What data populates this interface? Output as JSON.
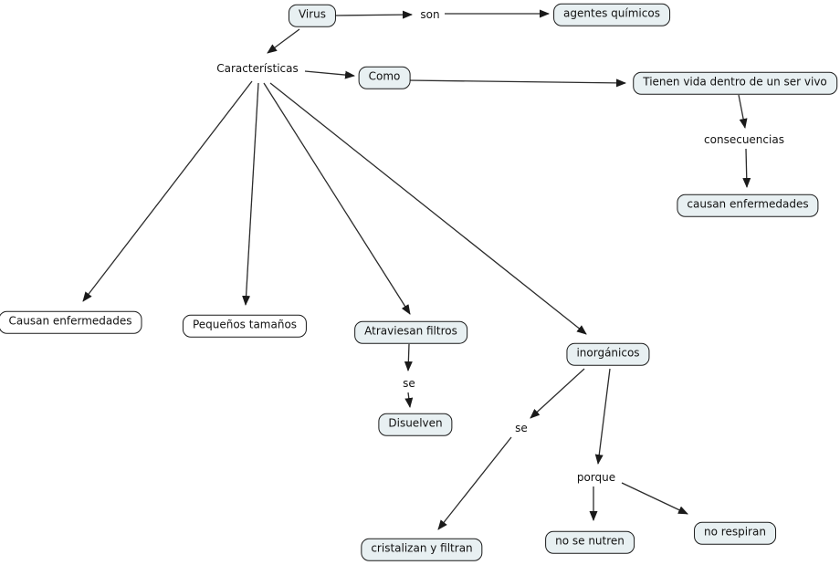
{
  "concept_map": {
    "nodes": {
      "virus": "Virus",
      "agentes_quimicos": "agentes químicos",
      "como": "Como",
      "tienen_vida": "Tienen vida dentro de un ser vivo",
      "causan_enfermedades_consecuencia": "causan enfermedades",
      "causan_enfermedades": "Causan enfermedades",
      "pequenos_tamanos": "Pequeños tamaños",
      "atraviesan_filtros": "Atraviesan filtros",
      "inorganicos": "inorgánicos",
      "disuelven": "Disuelven",
      "cristalizan_y_filtran": "cristalizan y filtran",
      "no_se_nutren": "no se nutren",
      "no_respiran": "no respiran"
    },
    "link_labels": {
      "son": "son",
      "caracteristicas": "Características",
      "consecuencias": "consecuencias",
      "se_filtros": "se",
      "se_inorganicos": "se",
      "porque": "porque"
    },
    "colors": {
      "node_fill": "#e8f0f2",
      "node_fill_plain": "#ffffff",
      "node_border": "#1a1a1a",
      "line": "#2b2b2b",
      "text": "#111111",
      "background": "#ffffff"
    }
  }
}
